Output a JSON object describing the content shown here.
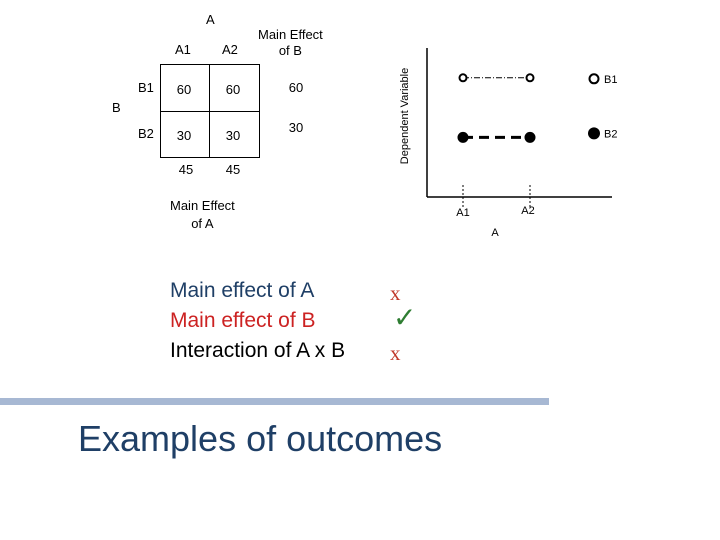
{
  "table": {
    "factor_a": "A",
    "factor_b": "B",
    "col_headers": [
      "A1",
      "A2"
    ],
    "main_effect_b_header": "Main Effect\nof B",
    "rows": [
      {
        "label": "B1",
        "cells": [
          "60",
          "60"
        ],
        "main_effect_b": "60"
      },
      {
        "label": "B2",
        "cells": [
          "30",
          "30"
        ],
        "main_effect_b": "30"
      }
    ],
    "main_effect_a_values": [
      "45",
      "45"
    ],
    "main_effect_a_label": "Main Effect\nof A"
  },
  "chart_data": {
    "type": "line",
    "ylabel": "Dependent Variable",
    "xlabel": "A",
    "categories": [
      "A1",
      "A2"
    ],
    "series": [
      {
        "name": "B1",
        "values": [
          60,
          60
        ],
        "marker": "open-circle",
        "line": "dash-dot-thin",
        "color": "#000000"
      },
      {
        "name": "B2",
        "values": [
          30,
          30
        ],
        "marker": "filled-circle",
        "line": "dashed-bold",
        "color": "#000000"
      }
    ],
    "ylim": [
      0,
      75
    ]
  },
  "results": [
    {
      "label": "Main effect of A",
      "mark": "x",
      "label_color": "#1f3f66",
      "mark_color": "#c0392b"
    },
    {
      "label": "Main effect of B",
      "mark": "✓",
      "label_color": "#cc2222",
      "mark_color": "#2e7d32"
    },
    {
      "label": "Interaction of A x B",
      "mark": "x",
      "label_color": "#000000",
      "mark_color": "#c0392b"
    }
  ],
  "slide_title": "Examples of outcomes",
  "colors": {
    "title": "#1f3f66",
    "bar": "#a7b8d3"
  }
}
